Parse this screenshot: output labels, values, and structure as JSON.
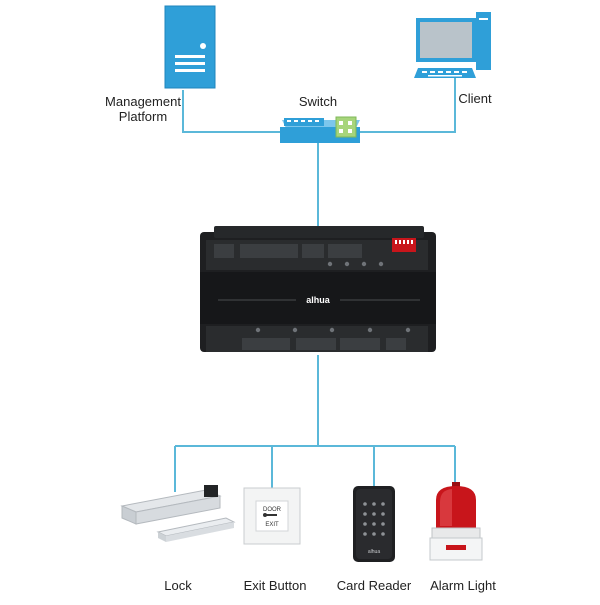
{
  "nodes": {
    "management_platform": {
      "label": "Management\nPlatform"
    },
    "switch": {
      "label": "Switch"
    },
    "client": {
      "label": "Client"
    },
    "controller": {
      "brand": "alhua"
    },
    "lock": {
      "label": "Lock"
    },
    "exit_button": {
      "label": "Exit Button",
      "plate_line1": "DOOR",
      "plate_line2": "EXIT"
    },
    "card_reader": {
      "label": "Card Reader",
      "brand": "alhua"
    },
    "alarm_light": {
      "label": "Alarm Light"
    }
  },
  "colors": {
    "connector": "#5bb8d9",
    "server": "#2f9fd8",
    "client": "#2f9fd8",
    "switch": "#2f9fd8",
    "controller": "#1e1f21",
    "alarm": "#c8151b",
    "text": "#222222"
  }
}
